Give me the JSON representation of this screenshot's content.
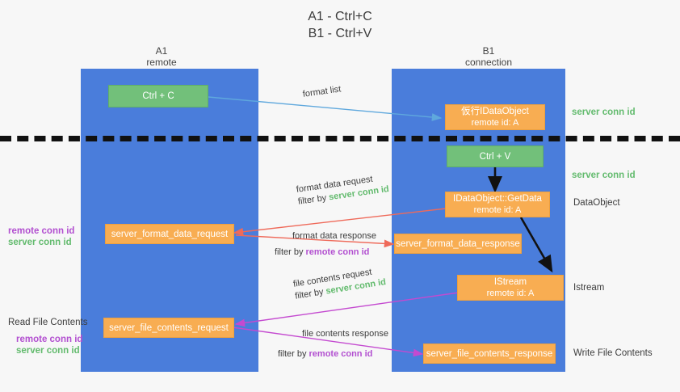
{
  "title": {
    "line1": "A1 - Ctrl+C",
    "line2": "B1 - Ctrl+V"
  },
  "columns": [
    {
      "name": "A1",
      "role": "remote"
    },
    {
      "name": "B1",
      "role": "connection"
    }
  ],
  "nodes": {
    "ctrl_c": {
      "line1": "Ctrl + C",
      "line2": ""
    },
    "ole_idataobject": {
      "line1": "仮行IDataObject",
      "line2": "remote id: A"
    },
    "ctrl_v": {
      "line1": "Ctrl + V",
      "line2": ""
    },
    "idataobject_getdata": {
      "line1": "IDataObject::GetData",
      "line2": "remote id: A"
    },
    "istream": {
      "line1": "IStream",
      "line2": "remote id: A"
    },
    "server_format_data_request": {
      "line1": "server_format_data_request",
      "line2": ""
    },
    "server_format_data_response": {
      "line1": "server_format_data_response",
      "line2": ""
    },
    "server_file_contents_request": {
      "line1": "server_file_contents_request",
      "line2": ""
    },
    "server_file_contents_response": {
      "line1": "server_file_contents_response",
      "line2": ""
    }
  },
  "edges": {
    "format_list": {
      "title": "format list"
    },
    "format_data_request": {
      "title": "format data request",
      "filter_prefix": "filter by ",
      "filter_value": "server conn id"
    },
    "format_data_response": {
      "title": "format data response",
      "filter_prefix": "filter by ",
      "filter_value": "remote conn id"
    },
    "file_contents_request": {
      "title": "file contents request",
      "filter_prefix": "filter by ",
      "filter_value": "server conn id"
    },
    "file_contents_response": {
      "title": "file contents response",
      "filter_prefix": "filter by ",
      "filter_value": "remote conn id"
    }
  },
  "annotations": {
    "right_server_conn_id_top": "server conn id",
    "right_server_conn_id_mid": "server conn id",
    "right_dataobject": "DataObject",
    "right_istream": "Istream",
    "right_write_file_contents": "Write File Contents",
    "left_read_file_contents": "Read File Contents",
    "left_remote_conn_id_1": "remote conn id",
    "left_server_conn_id_1": "server conn id",
    "left_remote_conn_id_2": "remote conn id",
    "left_server_conn_id_2": "server conn id"
  },
  "colors": {
    "lane": "#4a7ddb",
    "green_node": "#72c07a",
    "orange_node": "#f8ad52",
    "blue_arrow": "#5fa8dd",
    "red_arrow": "#ef6a5a",
    "purple_arrow": "#c44ad0",
    "black_arrow": "#111111",
    "green_text": "#63bb6e",
    "purple_text": "#b24fd0"
  }
}
